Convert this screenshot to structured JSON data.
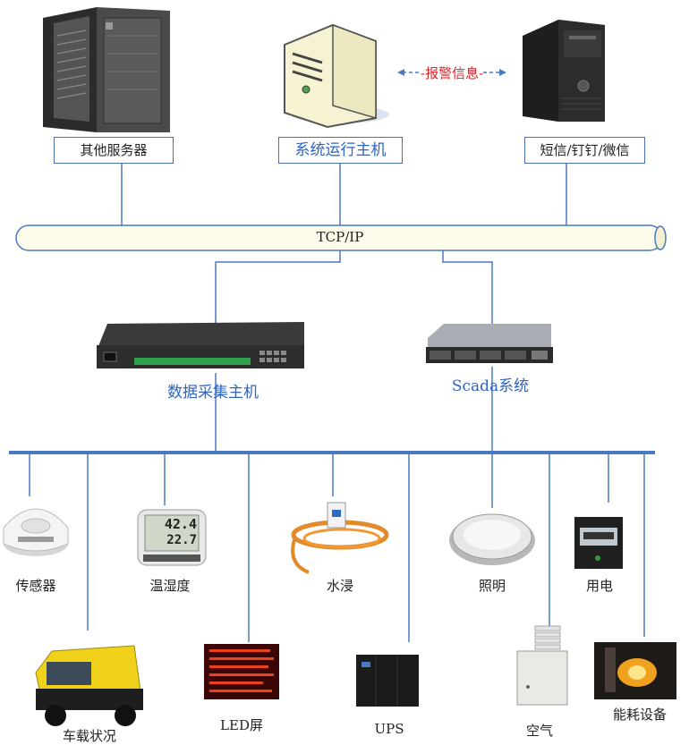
{
  "servers": {
    "other": "其他服务器",
    "main": "系统运行主机",
    "notify": "短信/钉钉/微信"
  },
  "alarm": "报警信息",
  "bus": "TCP/IP",
  "hubs": {
    "collector": "数据采集主机",
    "scada": "Scada系统"
  },
  "sensor_display": {
    "reading_top": "42.4",
    "reading_bottom": "22.7"
  },
  "devices": {
    "smoke": "传感器",
    "temp": "温湿度",
    "water": "水浸",
    "light": "照明",
    "power": "用电",
    "truck": "车载状况",
    "led": "LED屏",
    "ups": "UPS",
    "air": "空气",
    "energy": "能耗设备"
  },
  "colors": {
    "line": "#4a78c2",
    "pipe_fill": "#fdfbe9",
    "label_blue": "#2e64c4",
    "alarm_red": "#e0242a"
  }
}
